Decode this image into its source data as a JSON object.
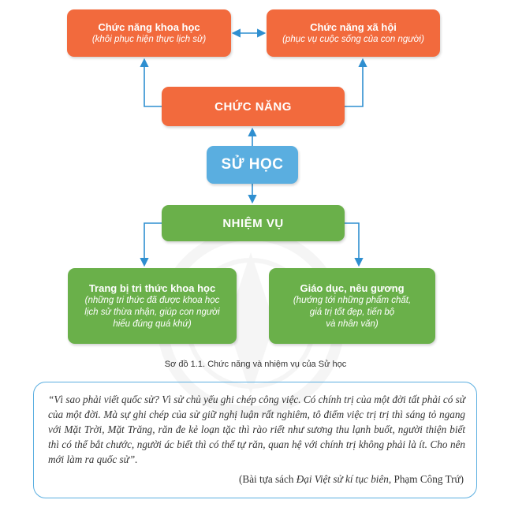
{
  "colors": {
    "orange": "#f26a3d",
    "green": "#6ab04a",
    "blue": "#5aaee0",
    "connector": "#2f8fd0"
  },
  "nodes": {
    "khoahoc": {
      "title": "Chức năng khoa học",
      "subtitle": "(khôi phục hiện thực lịch sử)"
    },
    "xahoi": {
      "title": "Chức năng xã hội",
      "subtitle": "(phục vụ cuộc sống của con người)"
    },
    "chucnang": {
      "title": "CHỨC NĂNG"
    },
    "suhoc": {
      "title": "SỬ HỌC"
    },
    "nhiemvu": {
      "title": "NHIỆM VỤ"
    },
    "trangbi": {
      "title": "Trang bị tri thức khoa học",
      "subtitle_lines": [
        "(những tri thức đã được khoa học",
        "lịch sử thừa nhận, giúp con người",
        "hiểu đúng quá khứ)"
      ]
    },
    "giaoduc": {
      "title": "Giáo dục, nêu gương",
      "subtitle_lines": [
        "(hướng tới những phẩm chất,",
        "giá trị tốt đẹp, tiến bộ",
        "và nhân văn)"
      ]
    }
  },
  "caption": "Sơ đồ 1.1. Chức năng và nhiệm vụ của Sử học",
  "quote": {
    "text": "“Vì sao phải viết quốc sử? Vì sử chủ yếu ghi chép công việc. Có chính trị của một đời tất phải có sử của một đời. Mà sự ghi chép của sử giữ nghị luận rất nghiêm, tô điểm việc trị trị thì sáng tỏ ngang với Mặt Trời, Mặt Trăng, răn đe kẻ loạn tặc thì rào riết như sương thu lạnh buốt, người thiện biết thì có thể bắt chước, người ác biết thì có thể tự răn, quan hệ với chính trị không phải là ít. Cho nên mới làm ra quốc sử”.",
    "source_prefix": "(Bài tựa sách ",
    "source_title": "Đại Việt sử kí tục biên",
    "source_suffix": ", Phạm Công Trứ)"
  }
}
